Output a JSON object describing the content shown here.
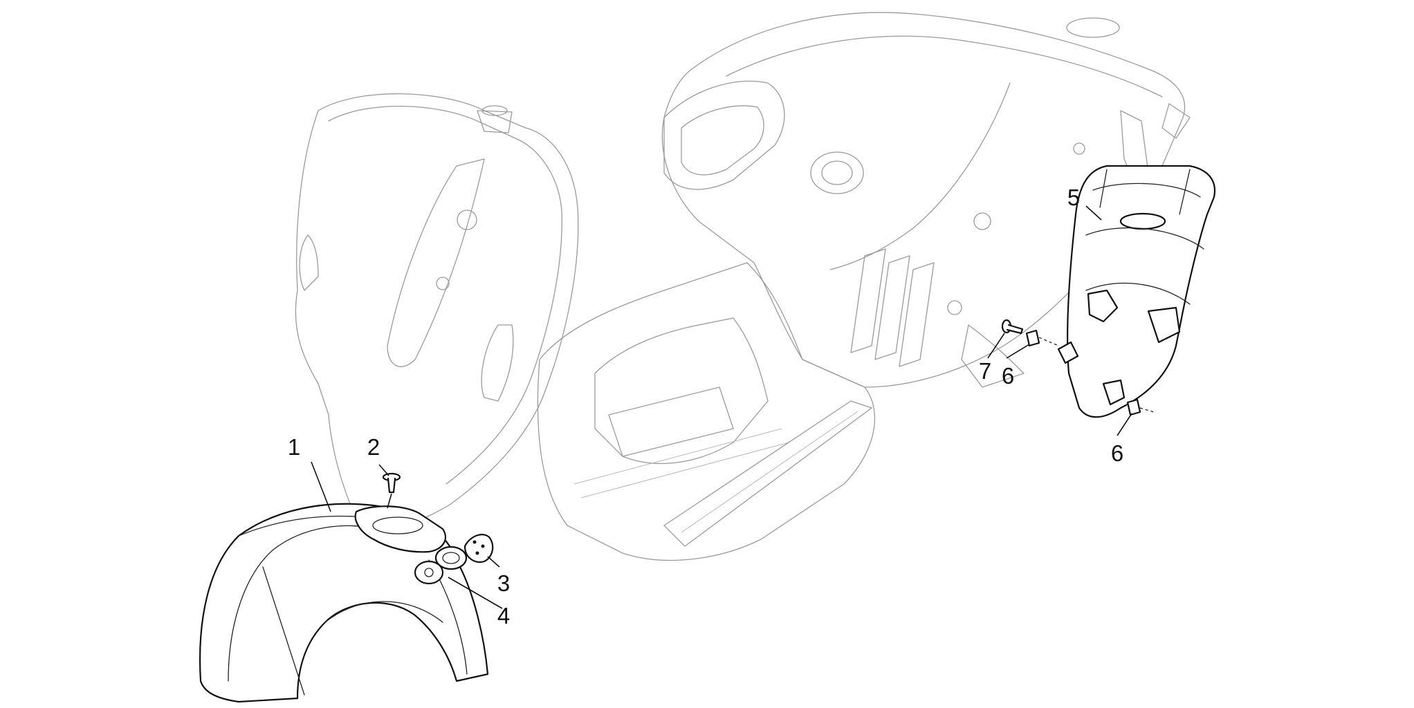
{
  "callouts": [
    {
      "id": "callout-1",
      "label": "1"
    },
    {
      "id": "callout-2",
      "label": "2"
    },
    {
      "id": "callout-3",
      "label": "3"
    },
    {
      "id": "callout-4",
      "label": "4"
    },
    {
      "id": "callout-5",
      "label": "5"
    },
    {
      "id": "callout-6a",
      "label": "6"
    },
    {
      "id": "callout-6b",
      "label": "6"
    },
    {
      "id": "callout-7",
      "label": "7"
    }
  ]
}
